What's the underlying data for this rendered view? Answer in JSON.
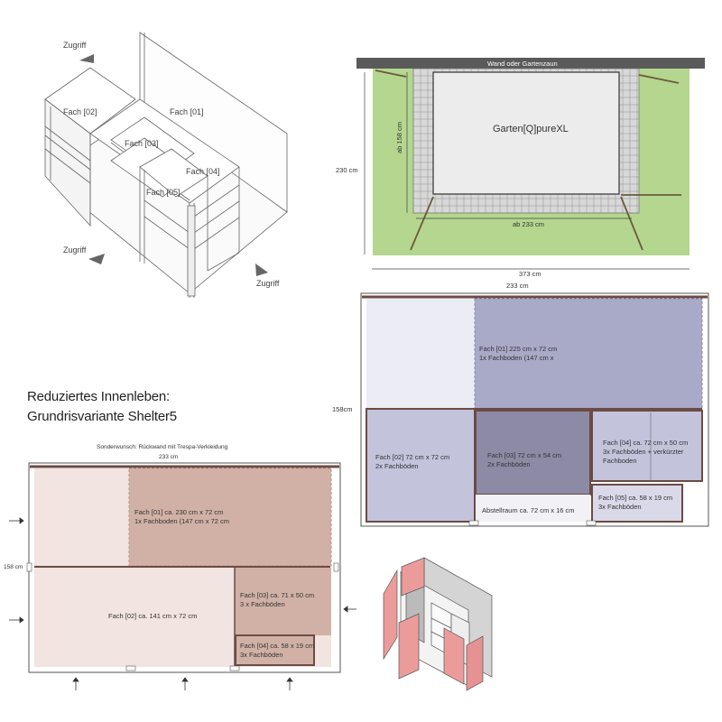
{
  "iso_view": {
    "access_labels": [
      "Zugriff",
      "Zugriff",
      "Zugriff"
    ],
    "compartments": [
      "Fach [01]",
      "Fach [02]",
      "Fach [03]",
      "Fach [04]",
      "Fach [05]"
    ]
  },
  "site_plan": {
    "wall_label": "Wand oder Gartenzaun",
    "product_label": "Garten[Q]pureXL",
    "height_total": "230 cm",
    "height_inner": "ab 158 cm",
    "width_inner": "ab 233 cm",
    "width_total": "373 cm"
  },
  "plan_standard": {
    "width_label": "233 cm",
    "height_label": "158cm",
    "fach01": [
      "Fach [01]  225 cm x 72 cm",
      "1x Fachboden (147 cm x"
    ],
    "fach02": [
      "Fach [02]  72 cm x 72 cm",
      "2x Fachböden"
    ],
    "fach03": [
      "Fach [03] 72 cm x 54 cm",
      "2x Fachböden"
    ],
    "fach04": [
      "Fach [04] ca. 72 cm x 50 cm",
      "3x Fachböden + verkürzter",
      "Fachboden"
    ],
    "fach05": [
      "Fach [05]  ca. 58 x 19 cm",
      "3x Fachböden"
    ],
    "storage": "Abstellraum ca. 72 cm x 16 cm"
  },
  "heading": {
    "line1": "Reduziertes Innenleben:",
    "line2": "Grundrisvariante Shelter5"
  },
  "plan_reduced": {
    "note": "Sonderwunsch: Rückwand mit Trespa-Verkleidung",
    "width_label": "233 cm",
    "height_label": "158 cm",
    "fach01": [
      "Fach [01] ca. 230 cm x 72 cm",
      "1x Fachboden (147 cm x 72 cm"
    ],
    "fach02": "Fach [02] ca. 141 cm x 72 cm",
    "fach03": [
      "Fach [03] ca. 71 x 50 cm",
      "3 x Fachböden"
    ],
    "fach04": [
      "Fach [04] ca. 58 x 19 cm",
      "3x Fachböden"
    ]
  },
  "colors": {
    "lawn": "#b4d68f",
    "wall": "#5a5a5a",
    "lavender_fach01": "#a9a9c8",
    "lavender_light": "#c3c3dc",
    "lavender_dark": "#8d8aa5",
    "rose_fach01": "#d1b1a6",
    "rose_light": "#f2e4e0",
    "rose_door": "#ec9b9b",
    "frame_brown": "#6b4b44"
  }
}
